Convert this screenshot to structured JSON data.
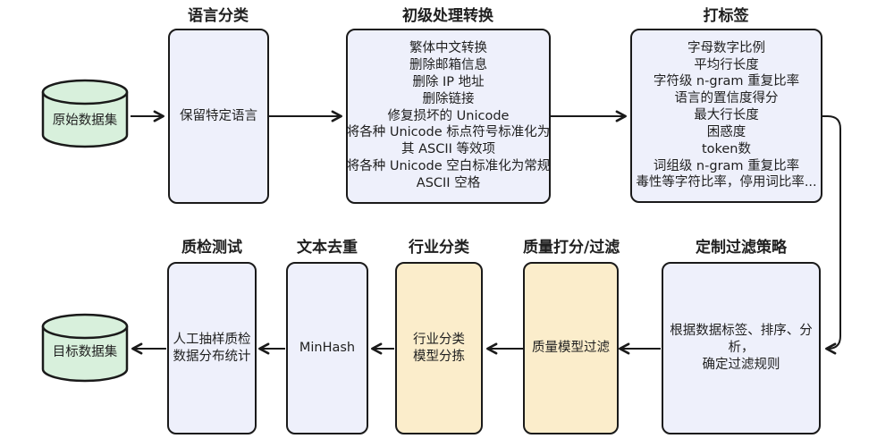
{
  "colors": {
    "node-fill": "#eef0fb",
    "node-fill-accent": "#fbedcb",
    "db-fill": "#d8f0dc",
    "stroke": "#1a1a1a",
    "text": "#1f1f1f",
    "bg": "#ffffff"
  },
  "pipeline": {
    "source_db": {
      "label": "原始数据集"
    },
    "target_db": {
      "label": "目标数据集"
    },
    "stages": {
      "language": {
        "title": "语言分类",
        "lines": [
          "保留特定语言"
        ]
      },
      "preprocess": {
        "title": "初级处理转换",
        "lines": [
          "繁体中文转换",
          "删除邮箱信息",
          "删除 IP 地址",
          "删除链接",
          "修复损坏的 Unicode",
          "将各种 Unicode 标点符号标准化为",
          "其 ASCII 等效项",
          "将各种 Unicode 空白标准化为常规",
          "ASCII 空格"
        ]
      },
      "tagging": {
        "title": "打标签",
        "lines": [
          "字母数字比例",
          "平均行长度",
          "字符级 n-gram 重复比率",
          "语言的置信度得分",
          "最大行长度",
          "困惑度",
          "token数",
          "词组级 n-gram 重复比率",
          "毒性等字符比率，停用词比率..."
        ]
      },
      "strategy": {
        "title": "定制过滤策略",
        "lines": [
          "根据数据标签、排序、分",
          "析，",
          "确定过滤规则"
        ]
      },
      "quality": {
        "title": "质量打分/过滤",
        "lines": [
          "质量模型过滤"
        ]
      },
      "industry": {
        "title": "行业分类",
        "lines": [
          "行业分类",
          "模型分拣"
        ]
      },
      "dedup": {
        "title": "文本去重",
        "lines": [
          "MinHash"
        ]
      },
      "qc": {
        "title": "质检测试",
        "lines": [
          "人工抽样质检",
          "数据分布统计"
        ]
      }
    }
  }
}
